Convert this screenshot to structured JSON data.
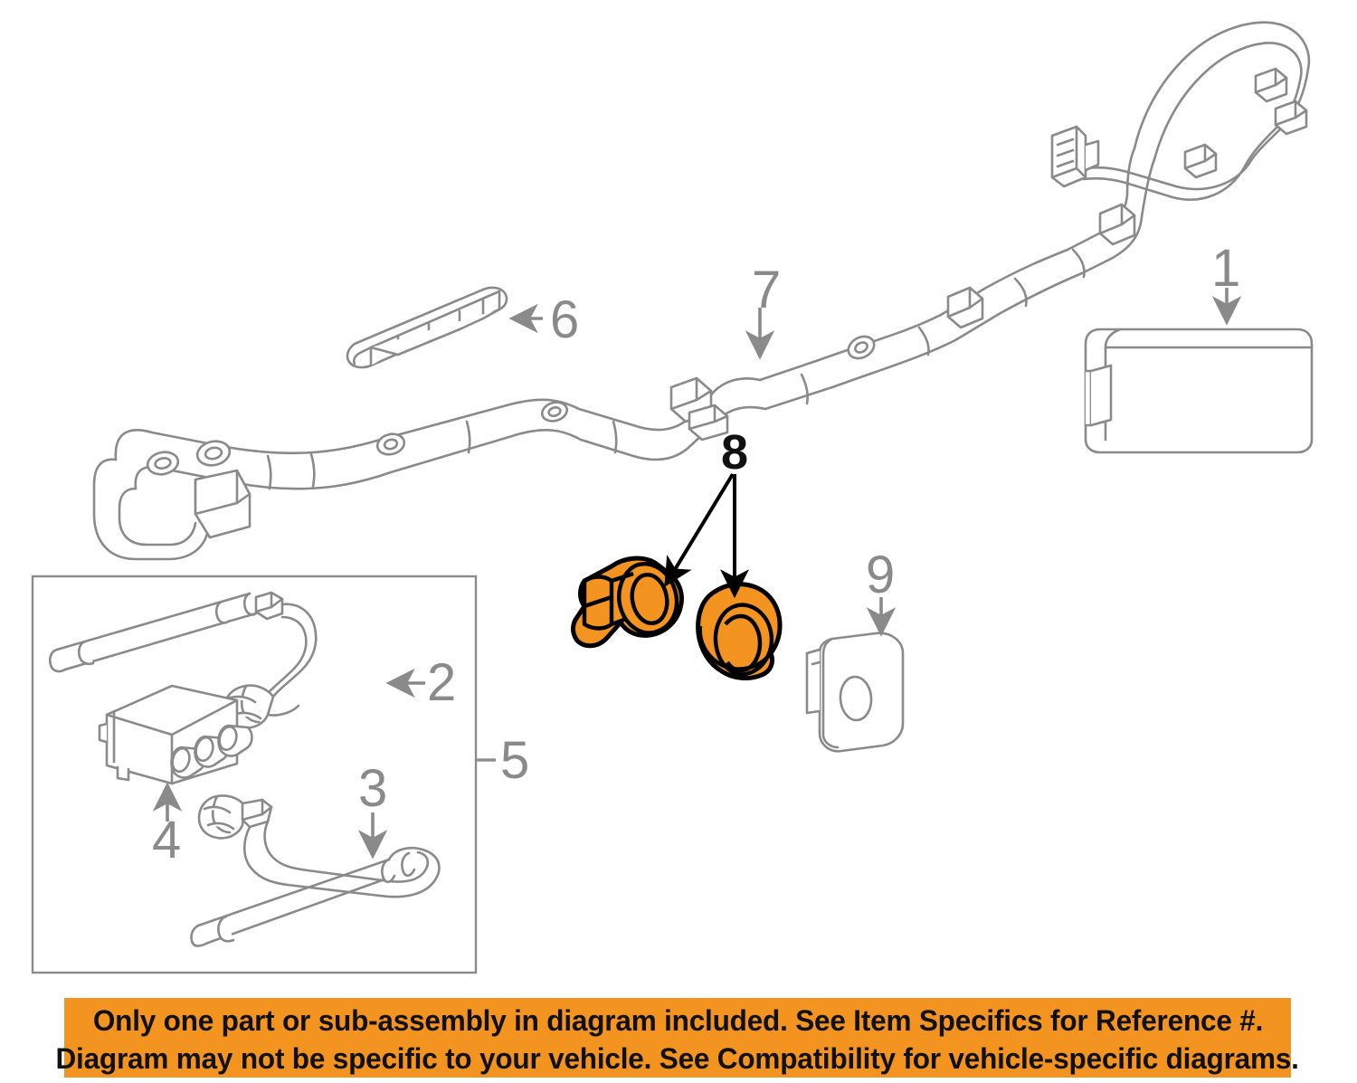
{
  "diagram": {
    "title": "Vehicle parking assist / bumper wiring harness exploded parts diagram",
    "line_color": "#8a8a8a",
    "highlight_color": "#f2941f",
    "highlight_outline_color": "#000000",
    "background_color": "#ffffff",
    "callouts": [
      {
        "id": "1",
        "label": "1",
        "part": "control-module",
        "highlighted": false,
        "arrow": "down"
      },
      {
        "id": "2",
        "label": "2",
        "part": "washer-hose-connector-left",
        "highlighted": false,
        "arrow": "left"
      },
      {
        "id": "3",
        "label": "3",
        "part": "washer-hose-lower",
        "highlighted": false,
        "arrow": "down"
      },
      {
        "id": "4",
        "label": "4",
        "part": "multiport-valve-manifold",
        "highlighted": false,
        "arrow": "up"
      },
      {
        "id": "5",
        "label": "5",
        "part": "hose-assembly-group-box",
        "highlighted": false,
        "arrow": "tick"
      },
      {
        "id": "6",
        "label": "6",
        "part": "antenna-bar-module",
        "highlighted": false,
        "arrow": "left"
      },
      {
        "id": "7",
        "label": "7",
        "part": "bumper-wire-harness",
        "highlighted": false,
        "arrow": "down"
      },
      {
        "id": "8",
        "label": "8",
        "part": "park-assist-sensor",
        "highlighted": true,
        "arrow": "double-down"
      },
      {
        "id": "9",
        "label": "9",
        "part": "sensor-retainer-bracket",
        "highlighted": false,
        "arrow": "down"
      }
    ],
    "highlighted_items": [
      "8"
    ],
    "inset_box": {
      "name": "hose-assembly-group",
      "callout": "5",
      "contains": [
        "2",
        "3",
        "4"
      ]
    }
  },
  "banner": {
    "background_color": "#f2941f",
    "text_color": "#111111",
    "line1": "Only one part or sub-assembly in diagram included. See Item Specifics for Reference #.",
    "line2": "Diagram may not be specific to your vehicle. See Compatibility for vehicle-specific diagrams."
  }
}
